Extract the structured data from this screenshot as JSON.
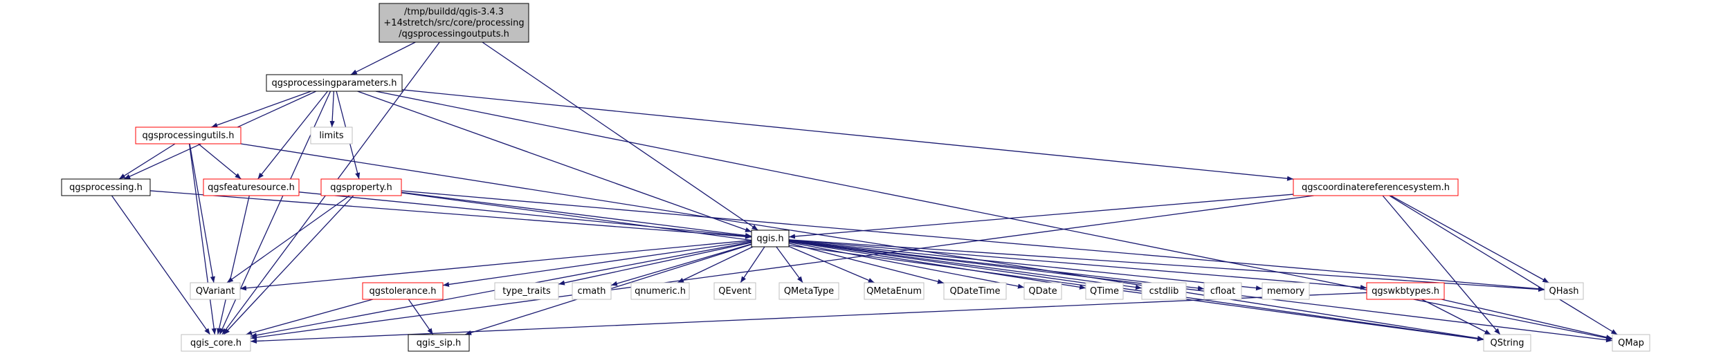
{
  "colors": {
    "edge": "#191970",
    "border_default": "#000000",
    "border_red": "#ff0000",
    "border_gray": "#bfbfbf",
    "root_fill": "#bfbfbf",
    "fill": "#ffffff"
  },
  "nodes": [
    {
      "id": "root",
      "lines": [
        "/tmp/buildd/qgis-3.4.3",
        "+14stretch/src/core/processing",
        "/qgsprocessingoutputs.h"
      ],
      "style": "root"
    },
    {
      "id": "params",
      "lines": [
        "qgsprocessingparameters.h"
      ],
      "style": "default"
    },
    {
      "id": "limits",
      "lines": [
        "limits"
      ],
      "style": "gray"
    },
    {
      "id": "putils",
      "lines": [
        "qgsprocessingutils.h"
      ],
      "style": "red"
    },
    {
      "id": "processing",
      "lines": [
        "qgsprocessing.h"
      ],
      "style": "default"
    },
    {
      "id": "featsrc",
      "lines": [
        "qgsfeaturesource.h"
      ],
      "style": "red"
    },
    {
      "id": "property",
      "lines": [
        "qgsproperty.h"
      ],
      "style": "red"
    },
    {
      "id": "crs",
      "lines": [
        "qgscoordinatereferencesystem.h"
      ],
      "style": "red"
    },
    {
      "id": "qgis",
      "lines": [
        "qgis.h"
      ],
      "style": "default"
    },
    {
      "id": "qvariant",
      "lines": [
        "QVariant"
      ],
      "style": "gray"
    },
    {
      "id": "tolerance",
      "lines": [
        "qgstolerance.h"
      ],
      "style": "red"
    },
    {
      "id": "typetraits",
      "lines": [
        "type_traits"
      ],
      "style": "gray"
    },
    {
      "id": "cmath",
      "lines": [
        "cmath"
      ],
      "style": "gray"
    },
    {
      "id": "qnumeric",
      "lines": [
        "qnumeric.h"
      ],
      "style": "gray"
    },
    {
      "id": "qevent",
      "lines": [
        "QEvent"
      ],
      "style": "gray"
    },
    {
      "id": "qmetatype",
      "lines": [
        "QMetaType"
      ],
      "style": "gray"
    },
    {
      "id": "qmetaenum",
      "lines": [
        "QMetaEnum"
      ],
      "style": "gray"
    },
    {
      "id": "qdatetime",
      "lines": [
        "QDateTime"
      ],
      "style": "gray"
    },
    {
      "id": "qdate",
      "lines": [
        "QDate"
      ],
      "style": "gray"
    },
    {
      "id": "qtime",
      "lines": [
        "QTime"
      ],
      "style": "gray"
    },
    {
      "id": "cstdlib",
      "lines": [
        "cstdlib"
      ],
      "style": "gray"
    },
    {
      "id": "cfloat",
      "lines": [
        "cfloat"
      ],
      "style": "gray"
    },
    {
      "id": "memory",
      "lines": [
        "memory"
      ],
      "style": "gray"
    },
    {
      "id": "wkbtypes",
      "lines": [
        "qgswkbtypes.h"
      ],
      "style": "red"
    },
    {
      "id": "qhash",
      "lines": [
        "QHash"
      ],
      "style": "gray"
    },
    {
      "id": "qgiscore",
      "lines": [
        "qgis_core.h"
      ],
      "style": "gray"
    },
    {
      "id": "qgissip",
      "lines": [
        "qgis_sip.h"
      ],
      "style": "default"
    },
    {
      "id": "qstring",
      "lines": [
        "QString"
      ],
      "style": "gray"
    },
    {
      "id": "qmap",
      "lines": [
        "QMap"
      ],
      "style": "gray"
    }
  ],
  "edges": [
    [
      "root",
      "params"
    ],
    [
      "root",
      "qgiscore"
    ],
    [
      "root",
      "qgis"
    ],
    [
      "params",
      "qgiscore"
    ],
    [
      "params",
      "putils"
    ],
    [
      "params",
      "processing"
    ],
    [
      "params",
      "featsrc"
    ],
    [
      "params",
      "limits"
    ],
    [
      "params",
      "property"
    ],
    [
      "params",
      "qgis"
    ],
    [
      "params",
      "crs"
    ],
    [
      "params",
      "qmap"
    ],
    [
      "putils",
      "qgiscore"
    ],
    [
      "putils",
      "processing"
    ],
    [
      "putils",
      "featsrc"
    ],
    [
      "putils",
      "qvariant"
    ],
    [
      "putils",
      "qstring"
    ],
    [
      "processing",
      "qgiscore"
    ],
    [
      "processing",
      "qgis"
    ],
    [
      "featsrc",
      "qgiscore"
    ],
    [
      "featsrc",
      "qgis"
    ],
    [
      "property",
      "qgiscore"
    ],
    [
      "property",
      "qvariant"
    ],
    [
      "property",
      "qgis"
    ],
    [
      "property",
      "qhash"
    ],
    [
      "property",
      "qstring"
    ],
    [
      "crs",
      "qgiscore"
    ],
    [
      "crs",
      "qgis"
    ],
    [
      "crs",
      "qhash"
    ],
    [
      "crs",
      "qstring"
    ],
    [
      "crs",
      "qmap"
    ],
    [
      "qgis",
      "qvariant"
    ],
    [
      "qgis",
      "qgiscore"
    ],
    [
      "qgis",
      "tolerance"
    ],
    [
      "qgis",
      "qgissip"
    ],
    [
      "qgis",
      "typetraits"
    ],
    [
      "qgis",
      "cmath"
    ],
    [
      "qgis",
      "qnumeric"
    ],
    [
      "qgis",
      "qevent"
    ],
    [
      "qgis",
      "qmetatype"
    ],
    [
      "qgis",
      "qmetaenum"
    ],
    [
      "qgis",
      "qdatetime"
    ],
    [
      "qgis",
      "qdate"
    ],
    [
      "qgis",
      "qtime"
    ],
    [
      "qgis",
      "cstdlib"
    ],
    [
      "qgis",
      "cfloat"
    ],
    [
      "qgis",
      "memory"
    ],
    [
      "qgis",
      "wkbtypes"
    ],
    [
      "qgis",
      "qhash"
    ],
    [
      "qgis",
      "qstring"
    ],
    [
      "qgis",
      "qmap"
    ],
    [
      "tolerance",
      "qgiscore"
    ],
    [
      "tolerance",
      "qgissip"
    ],
    [
      "wkbtypes",
      "qgiscore"
    ],
    [
      "wkbtypes",
      "qstring"
    ],
    [
      "wkbtypes",
      "qmap"
    ]
  ]
}
